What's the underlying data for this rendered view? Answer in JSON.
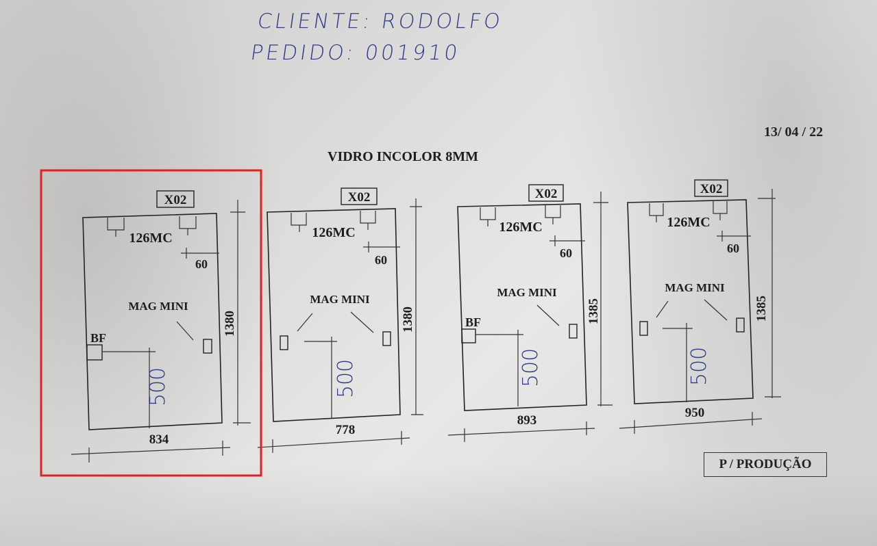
{
  "header": {
    "client": "CLIENTE: RODOLFO",
    "order": "PEDIDO: 001910",
    "date": "13/ 04 / 22",
    "title": "VIDRO INCOLOR 8MM",
    "stamp": "P / PRODUÇÃO"
  },
  "panels": [
    {
      "code": "X02",
      "hinges": "126MC",
      "offset": "60",
      "lock": "MAG MINI",
      "side": "BF",
      "inner_height": "500",
      "height": "1380",
      "width": "834",
      "selected": true
    },
    {
      "code": "X02",
      "hinges": "126MC",
      "offset": "60",
      "lock": "MAG MINI",
      "side": "",
      "inner_height": "500",
      "height": "1380",
      "width": "778",
      "selected": false
    },
    {
      "code": "X02",
      "hinges": "126MC",
      "offset": "60",
      "lock": "MAG MINI",
      "side": "BF",
      "inner_height": "500",
      "height": "1385",
      "width": "893",
      "selected": false
    },
    {
      "code": "X02",
      "hinges": "126MC",
      "offset": "60",
      "lock": "MAG MINI",
      "side": "",
      "inner_height": "500",
      "height": "1385",
      "width": "950",
      "selected": false
    }
  ],
  "colors": {
    "ink": "#222222",
    "handwriting": "#2e3a8c",
    "highlight": "#e32020"
  }
}
